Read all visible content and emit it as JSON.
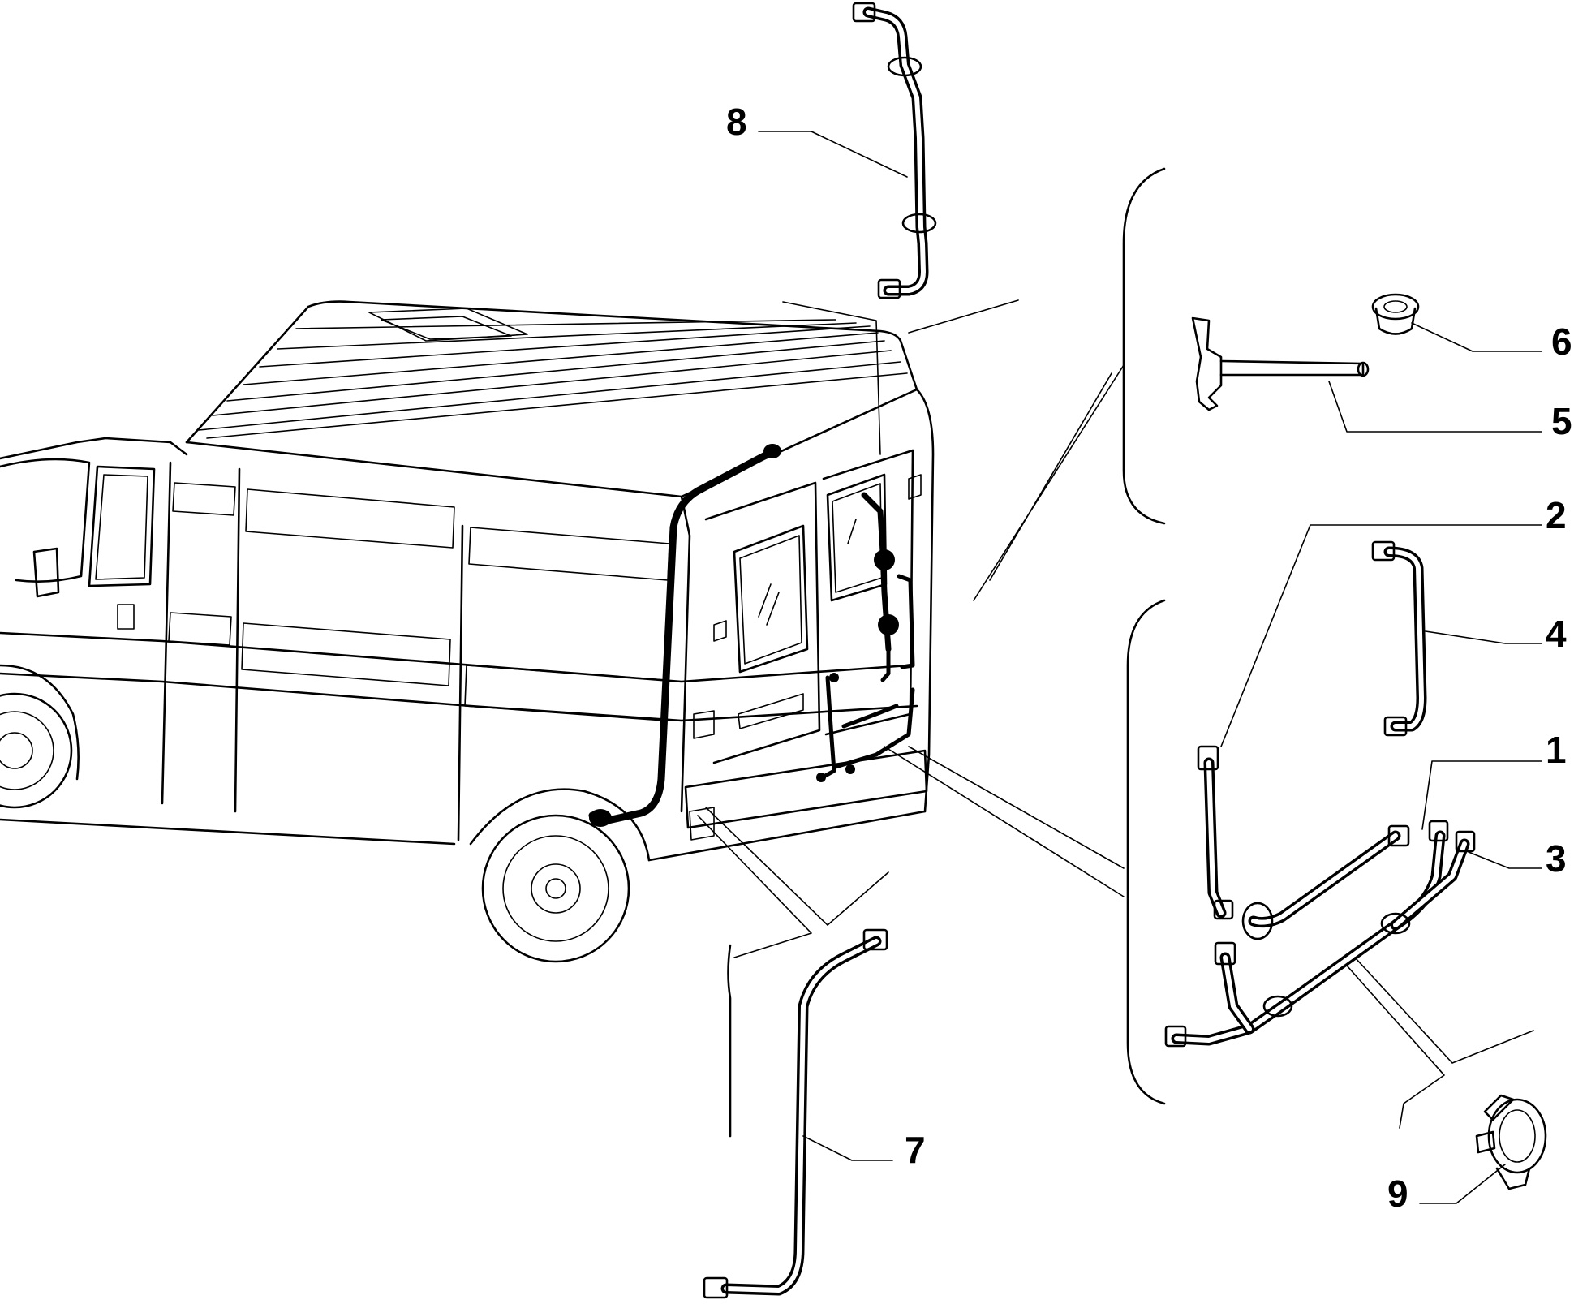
{
  "callouts": [
    {
      "id": "8",
      "label": "8"
    },
    {
      "id": "6",
      "label": "6"
    },
    {
      "id": "5",
      "label": "5"
    },
    {
      "id": "2",
      "label": "2"
    },
    {
      "id": "4",
      "label": "4"
    },
    {
      "id": "1",
      "label": "1"
    },
    {
      "id": "3",
      "label": "3"
    },
    {
      "id": "7",
      "label": "7"
    },
    {
      "id": "9",
      "label": "9"
    }
  ]
}
